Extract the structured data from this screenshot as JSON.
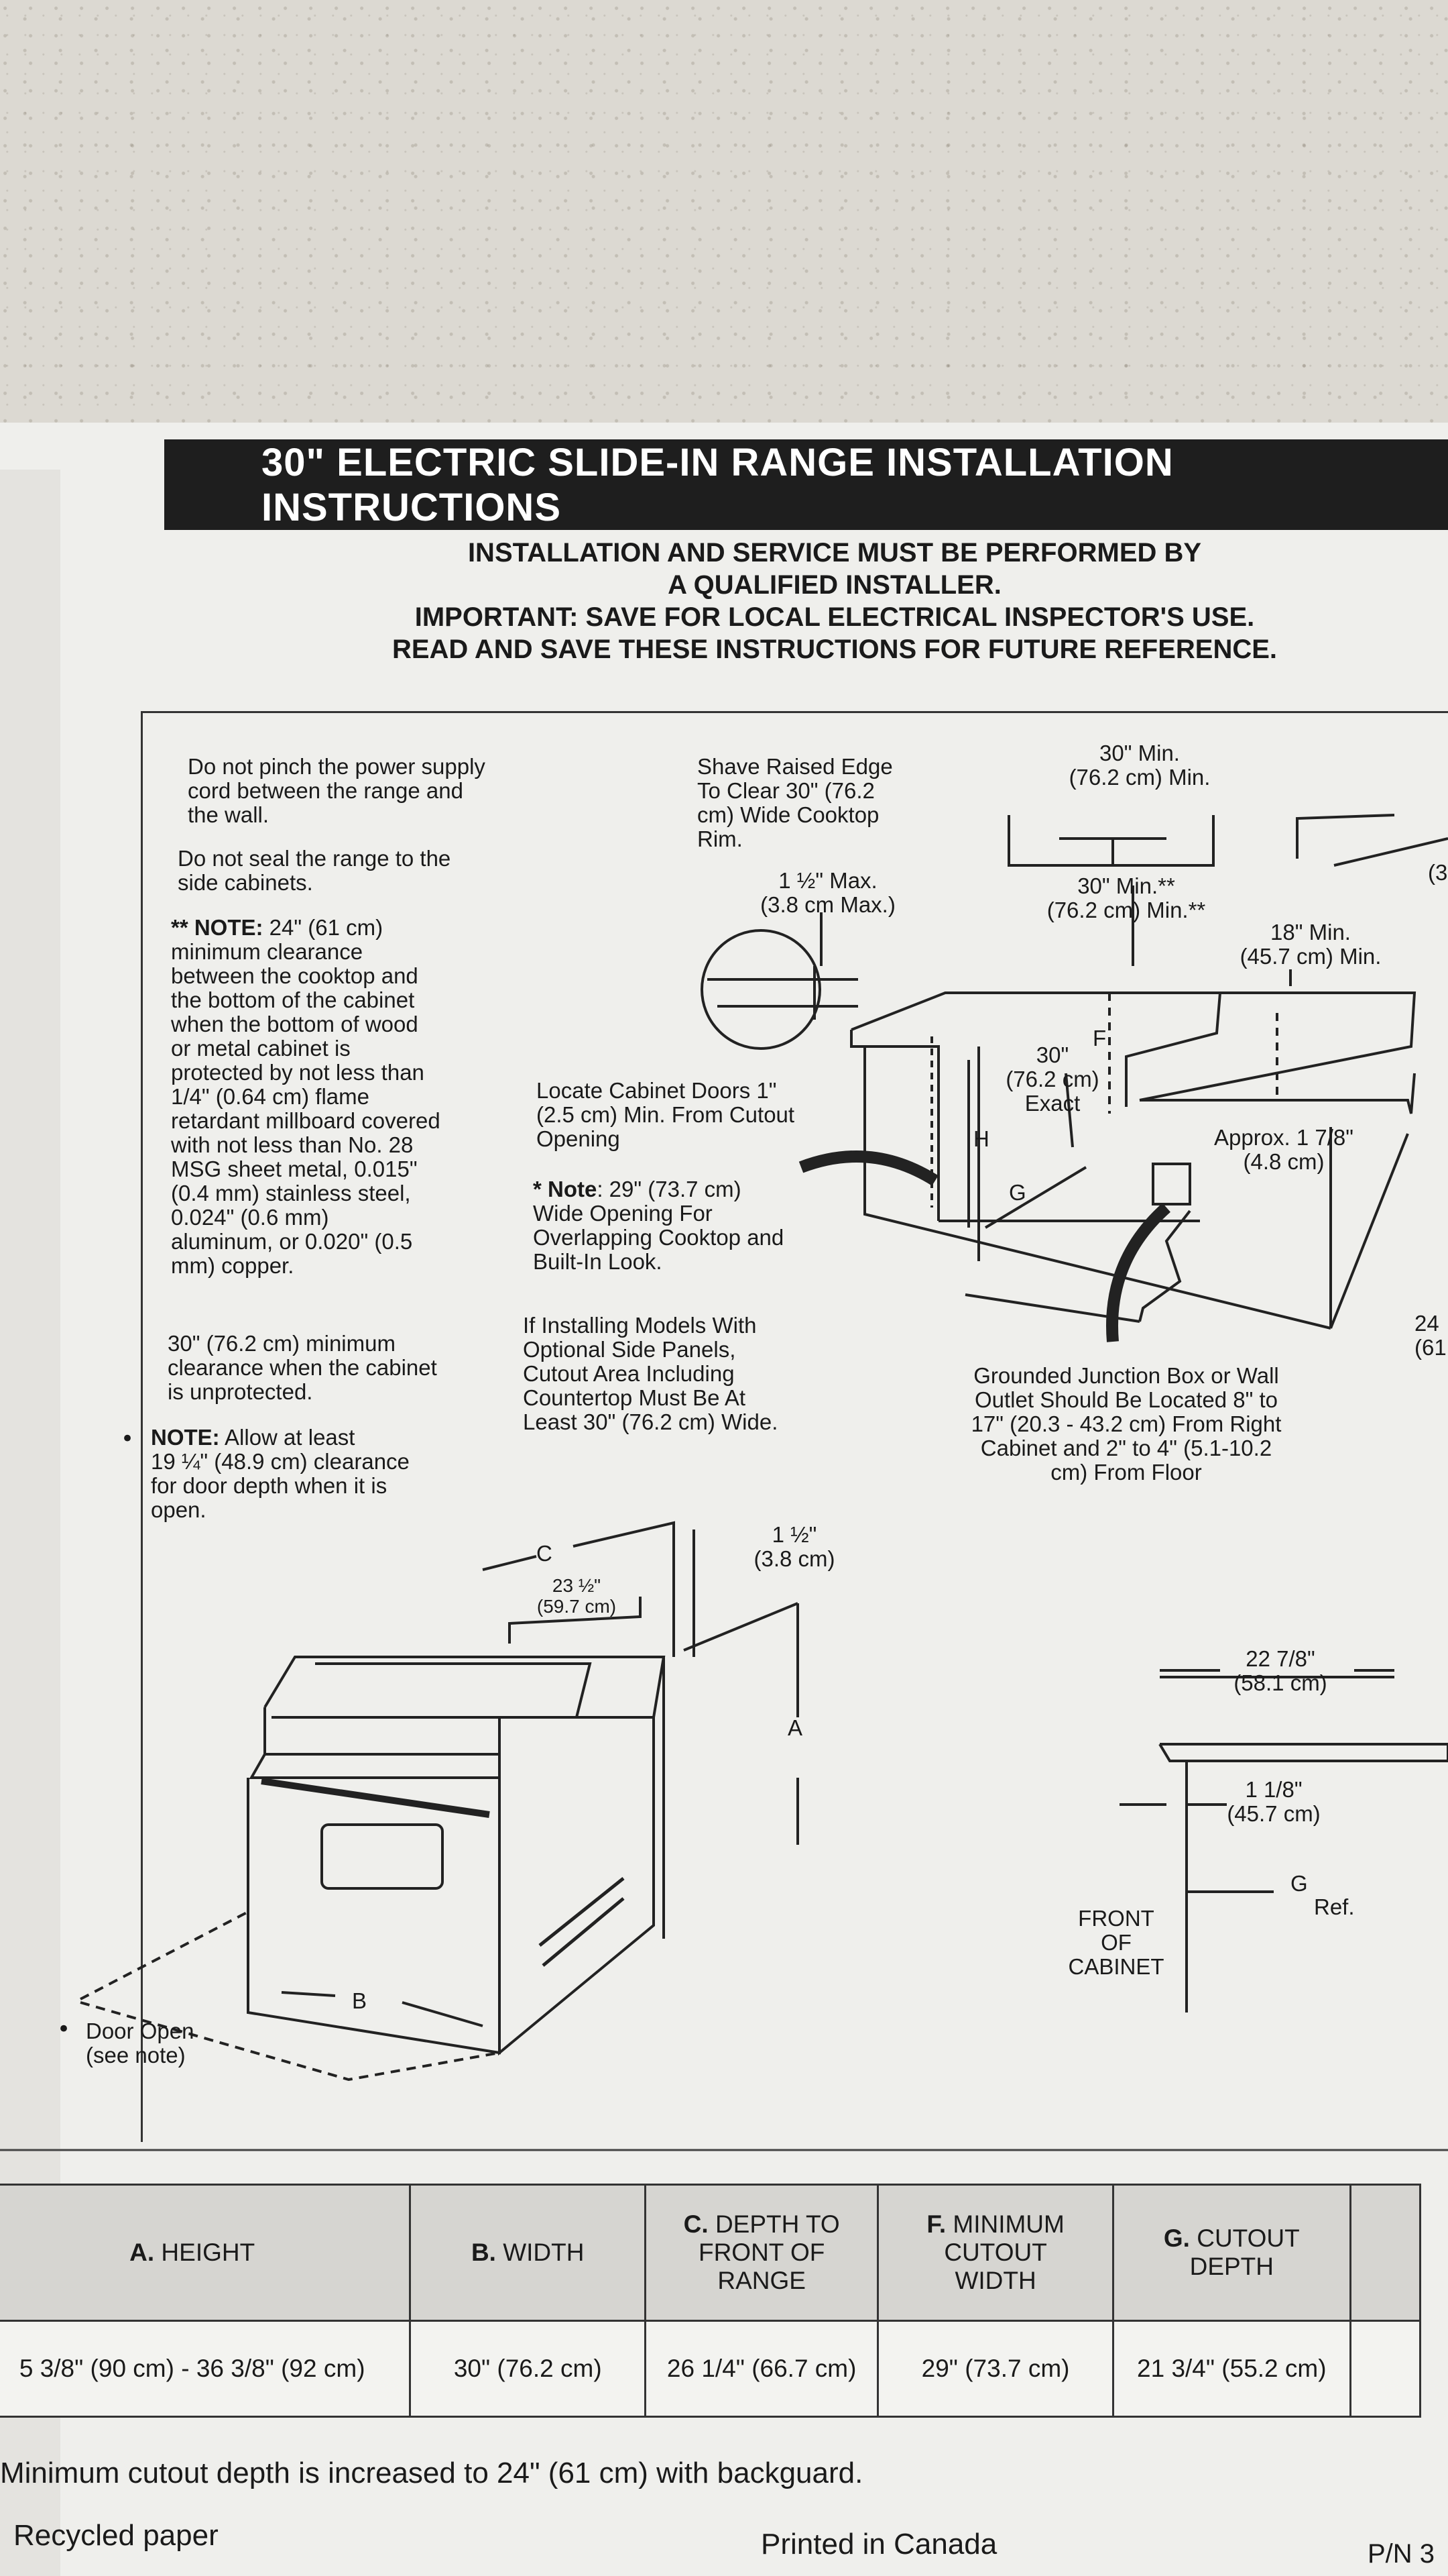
{
  "header": {
    "title": "30\" ELECTRIC SLIDE-IN RANGE INSTALLATION INSTRUCTIONS",
    "line1": "INSTALLATION AND SERVICE MUST BE PERFORMED BY",
    "line2": "A QUALIFIED INSTALLER.",
    "line3": "IMPORTANT: SAVE FOR LOCAL ELECTRICAL INSPECTOR'S USE.",
    "line4": "READ AND SAVE THESE INSTRUCTIONS FOR FUTURE REFERENCE."
  },
  "notes": {
    "pinch": "Do not pinch the power supply\ncord between the range and\nthe wall.",
    "seal": "Do not seal the range to the\nside cabinets.",
    "note_star_label": "** NOTE:",
    "note_star_body": " 24\" (61 cm)\nminimum clearance\nbetween the cooktop and\nthe bottom of the cabinet\nwhen the bottom of wood\nor metal cabinet is\nprotected by not less than\n1/4\" (0.64 cm) flame\nretardant millboard covered\nwith not less than No. 28\nMSG sheet metal, 0.015\"\n(0.4 mm) stainless steel,\n0.024\" (0.6 mm)\naluminum, or 0.020\" (0.5\nmm) copper.",
    "unprotected": "30\" (76.2 cm) minimum\nclearance when the cabinet\nis unprotected.",
    "door_note_label": "NOTE:",
    "door_note_body": " Allow at least\n19 ¼\" (48.9 cm) clearance\nfor door depth when it is\nopen.",
    "door_open": "Door Open\n(see note)"
  },
  "callouts": {
    "shave": "Shave Raised Edge\nTo Clear 30\" (76.2\ncm) Wide Cooktop\nRim.",
    "max": "1 ½\" Max.\n(3.8 cm Max.)",
    "min30_top": "30\" Min.\n(76.2 cm) Min.",
    "min30_star": "30\" Min.**\n(76.2 cm) Min.**",
    "min18": "18\" Min.\n(45.7 cm) Min.",
    "edge_3": "(3",
    "exact": "30\"\n(76.2 cm)\nExact",
    "f": "F",
    "h": "H",
    "g": "G",
    "approx": "Approx. 1 7/8\"\n(4.8 cm)",
    "doors": "Locate Cabinet Doors 1\"\n(2.5 cm) Min. From Cutout\nOpening",
    "note29_label": "* Note",
    "note29_body": ": 29\" (73.7 cm)\nWide Opening For\nOverlapping Cooktop and\nBuilt-In Look.",
    "side_panels": "If Installing Models With\nOptional Side Panels,\nCutout Area Including\nCountertop Must Be At\nLeast 30\" (76.2 cm) Wide.",
    "junction": "Grounded Junction Box or Wall\nOutlet Should Be Located 8\" to\n17\" (20.3 - 43.2 cm) From Right\nCabinet and 2\" to 4\" (5.1-10.2\ncm) From Floor",
    "edge_24": "24\n(61",
    "c": "C",
    "w23": "23 ½\"\n(59.7 cm)",
    "d15": "1 ½\"\n(3.8 cm)",
    "a": "A",
    "b": "B",
    "w22": "22 7/8\"\n(58.1 cm)",
    "w118": "1 1/8\"\n(45.7 cm)",
    "g_ref_g": "G",
    "g_ref": "Ref.",
    "front": "FRONT\nOF\nCABINET"
  },
  "table": {
    "headers": [
      {
        "key": "A.",
        "label": " HEIGHT"
      },
      {
        "key": "B.",
        "label": " WIDTH"
      },
      {
        "key": "C.",
        "label": " DEPTH TO\nFRONT OF\nRANGE"
      },
      {
        "key": "F.",
        "label": " MINIMUM\nCUTOUT\nWIDTH"
      },
      {
        "key": "G.",
        "label": " CUTOUT\nDEPTH"
      }
    ],
    "values": [
      "5 3/8\" (90 cm) - 36 3/8\" (92 cm)",
      "30\" (76.2 cm)",
      "26 1/4\" (66.7 cm)",
      "29\" (73.7 cm)",
      "21 3/4\" (55.2 cm)"
    ]
  },
  "footer": {
    "backguard": "Minimum cutout depth is increased to 24\" (61 cm) with backguard.",
    "recycled": "Recycled paper",
    "printed": "Printed in Canada",
    "pn": "P/N 3"
  }
}
